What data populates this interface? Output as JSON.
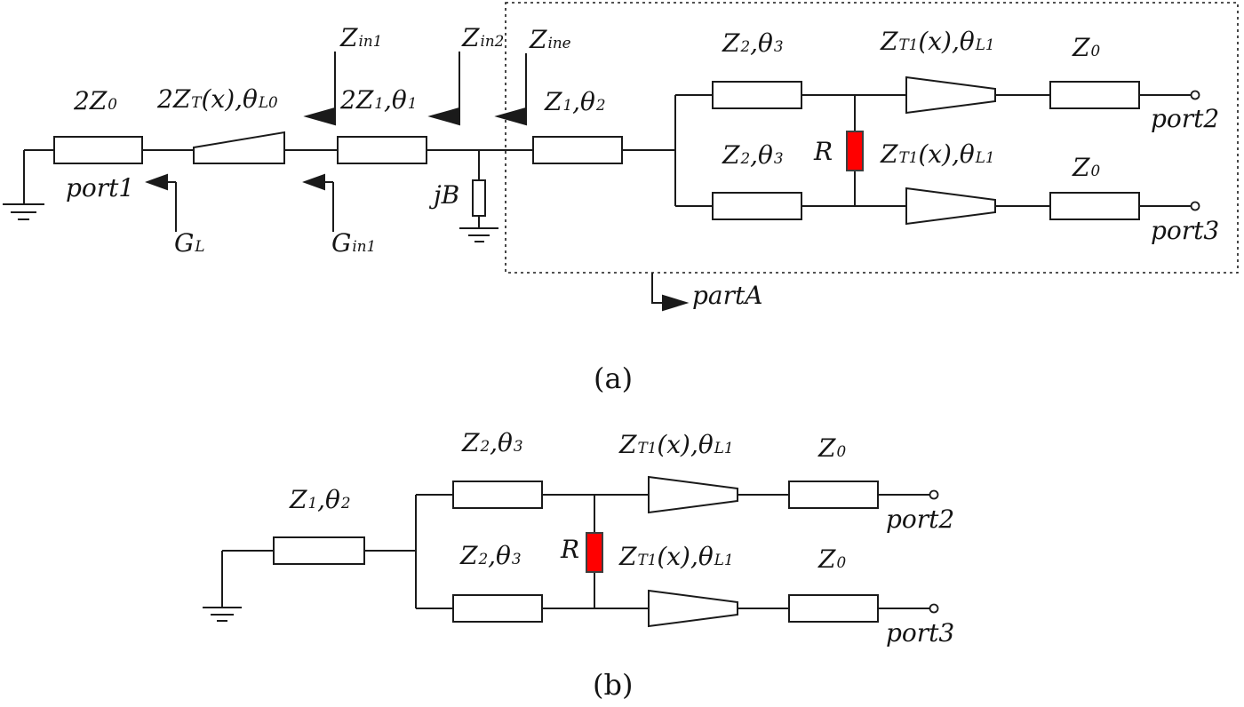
{
  "colors": {
    "line": "#1a1a1a",
    "resistor_fill": "#ff0000",
    "resistor_border": "#3d3d3d",
    "background": "#ffffff"
  },
  "figure_a": {
    "caption": "(a)",
    "labels": {
      "feed_line": {
        "p0": "2Z",
        "s0": "0"
      },
      "taper_l0": {
        "p0": "2Z",
        "s0": "T",
        "p1": "(x),θ",
        "s1": "L0"
      },
      "zin1": {
        "p0": "Z",
        "s0": "in1"
      },
      "line1": {
        "p0": "2Z",
        "s0": "1",
        "p1": ",θ",
        "s1": "1"
      },
      "zin2": {
        "p0": "Z",
        "s0": "in2"
      },
      "zine": {
        "p0": "Z",
        "s0": "ine"
      },
      "line2": {
        "p0": "Z",
        "s0": "1",
        "p1": ",θ",
        "s1": "2"
      },
      "jb": {
        "p0": "jB"
      },
      "port1": {
        "p0": "port1"
      },
      "gl": {
        "p0": "G",
        "s0": "L"
      },
      "gin1": {
        "p0": "G",
        "s0": "in1"
      },
      "branch_top": {
        "p0": "Z",
        "s0": "2",
        "p1": ",θ",
        "s1": "3"
      },
      "branch_bot": {
        "p0": "Z",
        "s0": "2",
        "p1": ",θ",
        "s1": "3"
      },
      "r": {
        "p0": "R"
      },
      "taper_top": {
        "p0": "Z",
        "s0": "T1",
        "p1": "(x),θ",
        "s1": "L1"
      },
      "taper_bot": {
        "p0": "Z",
        "s0": "T1",
        "p1": "(x),θ",
        "s1": "L1"
      },
      "z0_top": {
        "p0": "Z",
        "s0": "0"
      },
      "z0_bot": {
        "p0": "Z",
        "s0": "0"
      },
      "port2": {
        "p0": "port2"
      },
      "port3": {
        "p0": "port3"
      },
      "parta": {
        "p0": "partA"
      }
    }
  },
  "figure_b": {
    "caption": "(b)",
    "labels": {
      "line2": {
        "p0": "Z",
        "s0": "1",
        "p1": ",θ",
        "s1": "2"
      },
      "branch_top": {
        "p0": "Z",
        "s0": "2",
        "p1": ",θ",
        "s1": "3"
      },
      "branch_bot": {
        "p0": "Z",
        "s0": "2",
        "p1": ",θ",
        "s1": "3"
      },
      "r": {
        "p0": "R"
      },
      "taper_top": {
        "p0": "Z",
        "s0": "T1",
        "p1": "(x),θ",
        "s1": "L1"
      },
      "taper_bot": {
        "p0": "Z",
        "s0": "T1",
        "p1": "(x),θ",
        "s1": "L1"
      },
      "z0_top": {
        "p0": "Z",
        "s0": "0"
      },
      "z0_bot": {
        "p0": "Z",
        "s0": "0"
      },
      "port2": {
        "p0": "port2"
      },
      "port3": {
        "p0": "port3"
      }
    }
  }
}
